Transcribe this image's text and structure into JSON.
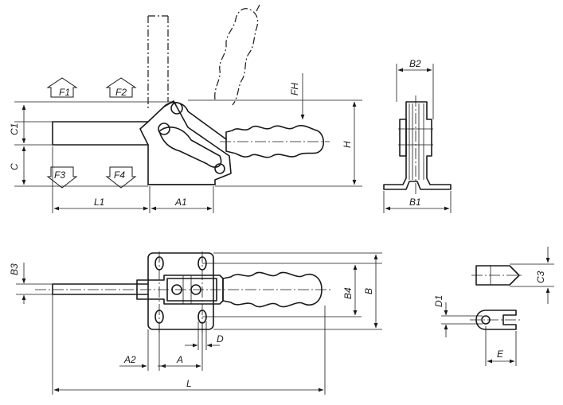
{
  "labels": {
    "F1": "F1",
    "F2": "F2",
    "F3": "F3",
    "F4": "F4",
    "FH": "FH",
    "C1": "C1",
    "C": "C",
    "H": "H",
    "L1": "L1",
    "A1": "A1",
    "B2": "B2",
    "B1": "B1",
    "B3": "B3",
    "B4": "B4",
    "B": "B",
    "A2": "A2",
    "A": "A",
    "D": "D",
    "L": "L",
    "C3": "C3",
    "D1": "D1",
    "E": "E"
  }
}
